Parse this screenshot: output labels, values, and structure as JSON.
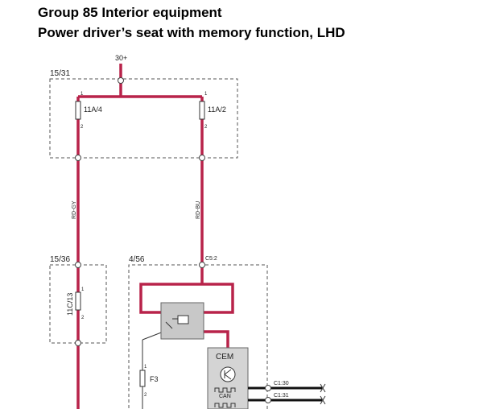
{
  "header": {
    "line1": "Group 85 Interior equipment",
    "line2": "Power driver’s seat with memory function, LHD"
  },
  "diagram": {
    "supply_label": "30+",
    "box_top_label": "15/31",
    "box_mid_label": "15/36",
    "box_right_label": "4/56",
    "fuse_left": "11A/4",
    "fuse_right": "11A/2",
    "fuse_mid": "11C/13",
    "fuse_f3": "F3",
    "pin1": "1",
    "pin2": "2",
    "wire_left": "RD-GY",
    "wire_right": "RD-BU",
    "connector_c52": "C5:2",
    "module": "CEM",
    "can_label": "CAN",
    "connector_c130": "C1:30",
    "connector_c131": "C1:31",
    "colors": {
      "power_wire": "#b8234a",
      "dashed_box": "#555555",
      "relay_fill": "#c8c8c8",
      "module_fill": "#d4d4d4"
    }
  }
}
